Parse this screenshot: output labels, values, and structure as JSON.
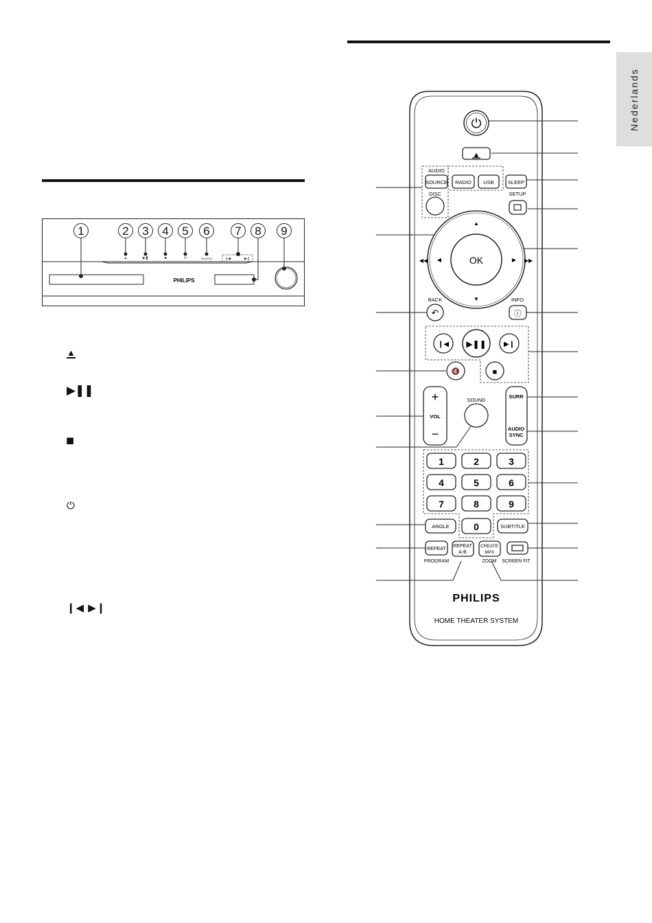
{
  "language_tab": "Nederlands",
  "front_panel": {
    "callouts": [
      "1",
      "2",
      "3",
      "4",
      "5",
      "6",
      "7",
      "8",
      "9"
    ],
    "brand": "PHILIPS",
    "source_label": "SOURCE"
  },
  "symbols": {
    "eject": "▲",
    "play_pause": "▶❚❚",
    "stop": "■",
    "power": "⏻",
    "prev_next": "❙◀ ▶❙"
  },
  "remote": {
    "brand": "PHILIPS",
    "model_text": "HOME THEATER SYSTEM",
    "ok": "OK",
    "labels": {
      "audio": "AUDIO",
      "source": "SOURCE",
      "radio": "RADIO",
      "usb": "USB",
      "sleep": "SLEEP",
      "disc": "DISC",
      "setup": "SETUP",
      "back": "BACK",
      "info": "INFO",
      "sound": "SOUND",
      "vol": "VOL",
      "plus": "+",
      "minus": "−",
      "surr": "SURR",
      "audio_sync_1": "AUDIO",
      "audio_sync_2": "SYNC",
      "angle": "ANGLE",
      "subtitle": "SUBTITLE",
      "repeat": "REPEAT",
      "program": "PROGRAM",
      "repeat_ab_1": "REPEAT",
      "repeat_ab_2": "A-B",
      "create_1": "CREATE",
      "create_2": "MP3",
      "zoom": "ZOOM",
      "screen_fit": "SCREEN FIT"
    },
    "keys": [
      "1",
      "2",
      "3",
      "4",
      "5",
      "6",
      "7",
      "8",
      "9",
      "0"
    ]
  }
}
